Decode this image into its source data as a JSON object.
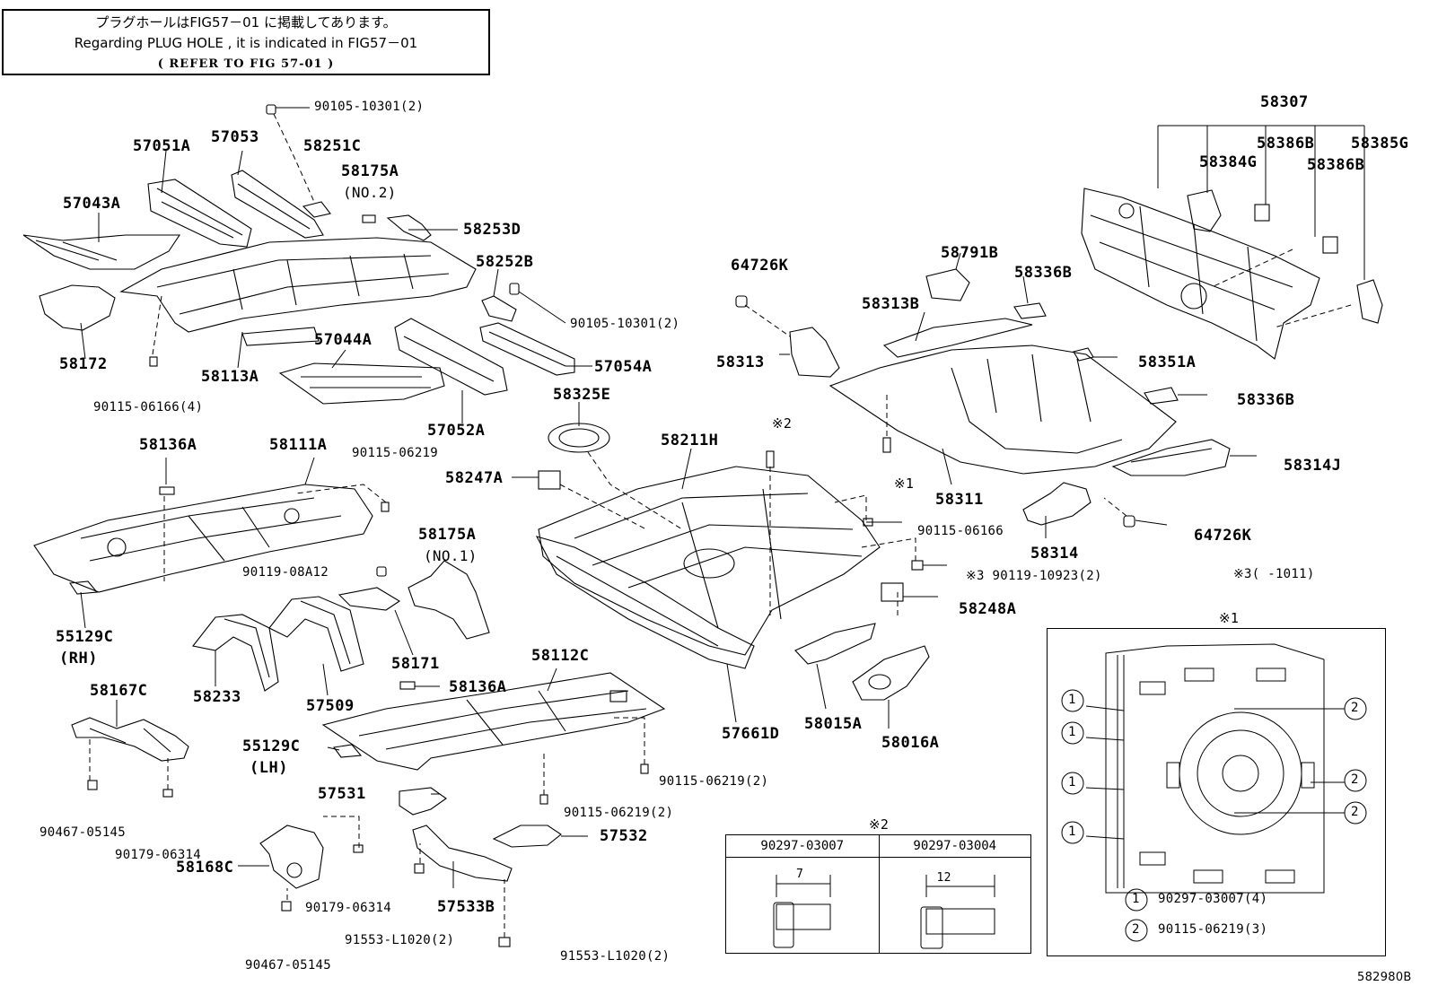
{
  "note": {
    "line1": "プラグホールはFIG57－01 に掲載してあります。",
    "line2": "Regarding  PLUG HOLE , it is indicated in FIG57－01",
    "line3": "( REFER TO FIG 57-01 )"
  },
  "labels": {
    "p90105_10301_top": "90105-10301(2)",
    "p57051A": "57051A",
    "p57053": "57053",
    "p58251C": "58251C",
    "p58175A_no2": "58175A",
    "p58175A_no2_sub": "(NO.2)",
    "p57043A": "57043A",
    "p58253D": "58253D",
    "p58252B": "58252B",
    "p90105_10301_mid": "90105-10301(2)",
    "p58172": "58172",
    "p58113A": "58113A",
    "p57044A": "57044A",
    "p57054A": "57054A",
    "p90115_06166_4": "90115-06166(4)",
    "p57052A": "57052A",
    "p58136A_top": "58136A",
    "p58111A": "58111A",
    "p90115_06219": "90115-06219",
    "p58325E": "58325E",
    "p58211H": "58211H",
    "p58247A": "58247A",
    "p58175A_no1": "58175A",
    "p58175A_no1_sub": "(NO.1)",
    "p90119_08A12": "90119-08A12",
    "p55129C_rh": "55129C",
    "p55129C_rh_sub": "(RH)",
    "p58233": "58233",
    "p57509": "57509",
    "p58171": "58171",
    "p58167C": "58167C",
    "p58112C": "58112C",
    "p58136A_bot": "58136A",
    "p55129C_lh": "55129C",
    "p55129C_lh_sub": "(LH)",
    "p90467_05145_a": "90467-05145",
    "p90179_06314_a": "90179-06314",
    "p57531": "57531",
    "p90115_06219_2a": "90115-06219(2)",
    "p90115_06219_2b": "90115-06219(2)",
    "p57532": "57532",
    "p58168C": "58168C",
    "p90179_06314_b": "90179-06314",
    "p57533B": "57533B",
    "p91553_L1020_a": "91553-L1020(2)",
    "p91553_L1020_b": "91553-L1020(2)",
    "p90467_05145_b": "90467-05145",
    "p57661D": "57661D",
    "p58015A": "58015A",
    "p58016A": "58016A",
    "p58248A": "58248A",
    "p90119_10923": "※3 90119-10923(2)",
    "p90115_06166": "90115-06166",
    "p_mark2": "※2",
    "p64726K_top": "64726K",
    "p58791B": "58791B",
    "p58336B_top": "58336B",
    "p58313B": "58313B",
    "p58313": "58313",
    "p58351A": "58351A",
    "p58336B_mid": "58336B",
    "p58314J": "58314J",
    "p58311": "58311",
    "p_mark1": "※1",
    "p58314": "58314",
    "p64726K_bot": "64726K",
    "p_mark3_note": "※3(     -1011)",
    "p58307": "58307",
    "p58386B_a": "58386B",
    "p58385G": "58385G",
    "p58384G": "58384G",
    "p58386B_b": "58386B",
    "fig_code": "582980B"
  },
  "table2": {
    "title": "※2",
    "col1_part": "90297-03007",
    "col1_dim": "7",
    "col2_part": "90297-03004",
    "col2_dim": "12"
  },
  "detail1": {
    "title": "※1",
    "marker1": "1",
    "marker2": "2",
    "legend1": "90297-03007(4)",
    "legend2": "90115-06219(3)"
  }
}
